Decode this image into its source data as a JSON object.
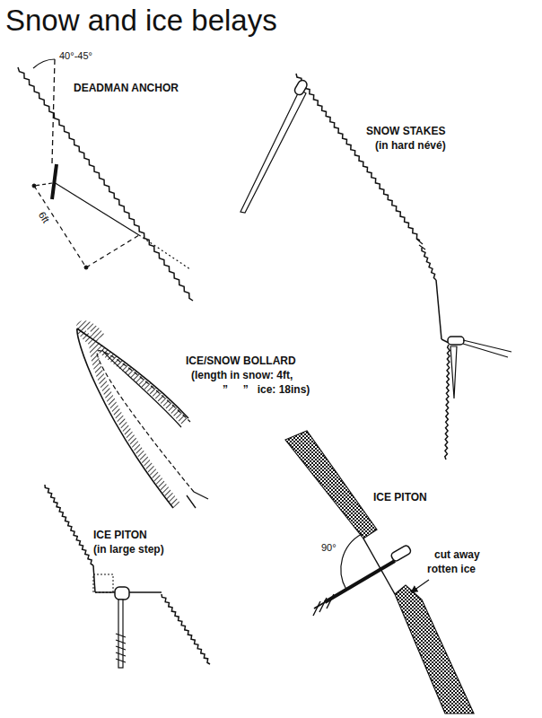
{
  "diagram": {
    "title": "Snow and ice belays",
    "labels": [
      "40°-45°",
      "DEADMAN ANCHOR",
      "6ft",
      "SNOW STAKES",
      "(in hard névé)",
      "ICE/SNOW BOLLARD",
      "(length in snow: 4ft,",
      "”     ”   ice: 18ins)",
      "ICE PITON",
      "(in large step)",
      "ICE PITON",
      "90°",
      "cut away",
      "rotten ice"
    ]
  }
}
